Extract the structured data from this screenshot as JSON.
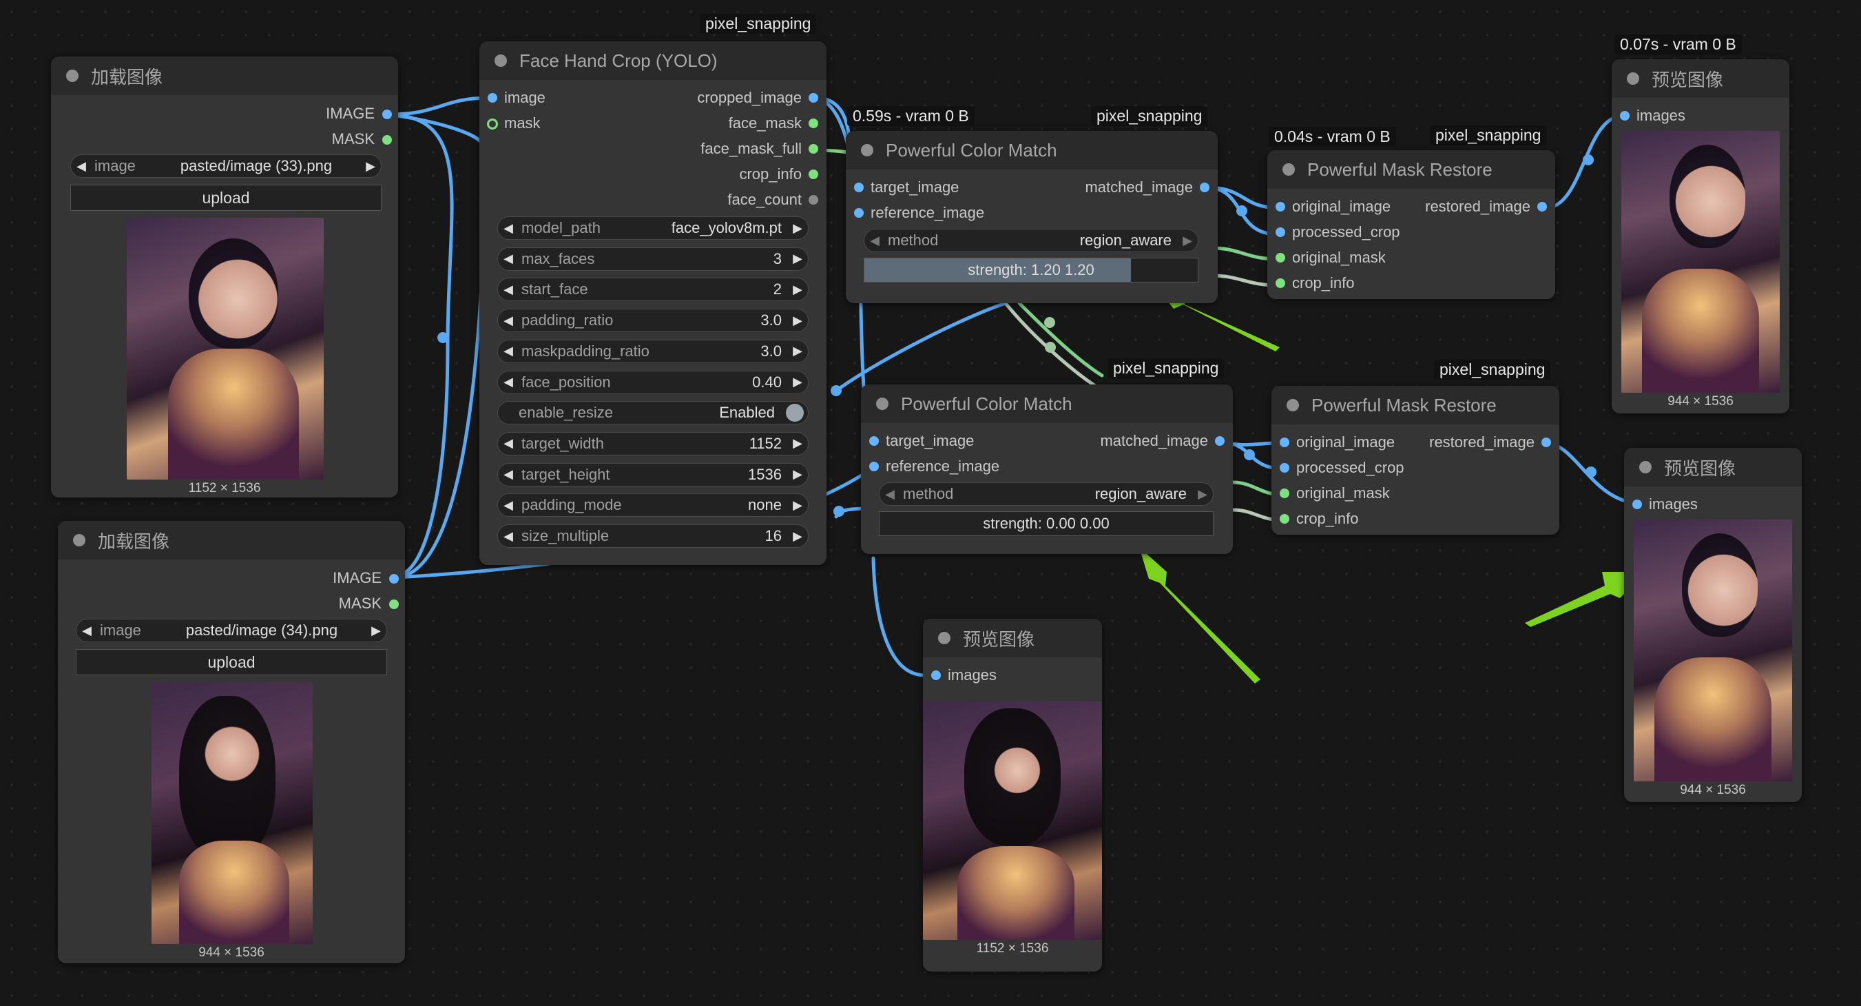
{
  "badges": {
    "pixel_snapping": "pixel_snapping",
    "timing1": "0.59s - vram 0 B",
    "timing2": "0.04s - vram 0 B",
    "timing3": "0.07s - vram 0 B"
  },
  "load1": {
    "title": "加载图像",
    "outputs": [
      "IMAGE",
      "MASK"
    ],
    "image_label": "image",
    "image_value": "pasted/image (33).png",
    "upload_label": "upload",
    "size": "1152 × 1536"
  },
  "load2": {
    "title": "加载图像",
    "outputs": [
      "IMAGE",
      "MASK"
    ],
    "image_label": "image",
    "image_value": "pasted/image (34).png",
    "upload_label": "upload",
    "size": "944 × 1536"
  },
  "crop": {
    "title": "Face Hand Crop (YOLO)",
    "inputs": [
      "image",
      "mask"
    ],
    "outputs": [
      "cropped_image",
      "face_mask",
      "face_mask_full",
      "crop_info",
      "face_count"
    ],
    "widgets": [
      {
        "label": "model_path",
        "value": "face_yolov8m.pt"
      },
      {
        "label": "max_faces",
        "value": "3"
      },
      {
        "label": "start_face",
        "value": "2"
      },
      {
        "label": "padding_ratio",
        "value": "3.0"
      },
      {
        "label": "maskpadding_ratio",
        "value": "3.0"
      },
      {
        "label": "face_position",
        "value": "0.40"
      },
      {
        "label": "enable_resize",
        "value": "Enabled"
      },
      {
        "label": "target_width",
        "value": "1152"
      },
      {
        "label": "target_height",
        "value": "1536"
      },
      {
        "label": "padding_mode",
        "value": "none"
      },
      {
        "label": "size_multiple",
        "value": "16"
      }
    ]
  },
  "cm1": {
    "title": "Powerful Color Match",
    "inputs": [
      "target_image",
      "reference_image"
    ],
    "output": "matched_image",
    "method_label": "method",
    "method_value": "region_aware",
    "strength_text": "strength: 1.20  1.20",
    "strength_fraction": 0.8
  },
  "cm2": {
    "title": "Powerful Color Match",
    "inputs": [
      "target_image",
      "reference_image"
    ],
    "output": "matched_image",
    "method_label": "method",
    "method_value": "region_aware",
    "strength_text": "strength: 0.00  0.00",
    "strength_fraction": 0
  },
  "mr1": {
    "title": "Powerful Mask Restore",
    "inputs": [
      "original_image",
      "processed_crop",
      "original_mask",
      "crop_info"
    ],
    "output": "restored_image"
  },
  "mr2": {
    "title": "Powerful Mask Restore",
    "inputs": [
      "original_image",
      "processed_crop",
      "original_mask",
      "crop_info"
    ],
    "output": "restored_image"
  },
  "prev1": {
    "title": "预览图像",
    "input": "images",
    "size": "944 × 1536"
  },
  "prev2": {
    "title": "预览图像",
    "input": "images",
    "size": "944 × 1536"
  },
  "prev3": {
    "title": "预览图像",
    "input": "images",
    "size": "1152 × 1536"
  },
  "colors": {
    "link_image": "#66b3ff",
    "link_mask": "#7fe07f",
    "arrow": "#7ed321",
    "node_bg": "#353535",
    "title_bg": "#2a2a2a"
  }
}
